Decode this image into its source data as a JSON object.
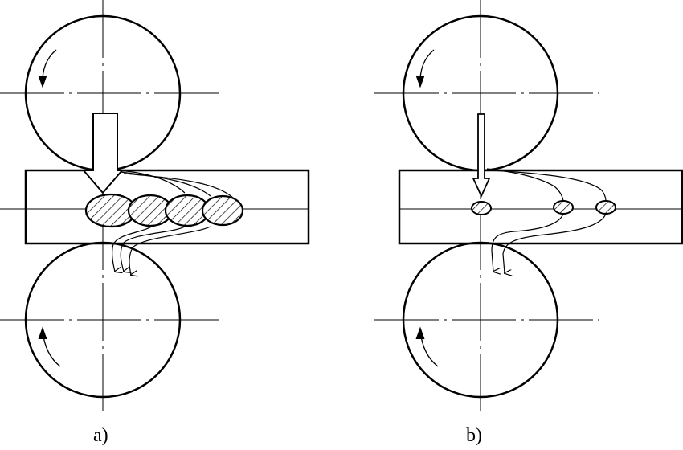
{
  "captions": {
    "a": "a)",
    "b": "b)"
  },
  "colors": {
    "ink": "#000000",
    "paper": "#ffffff"
  },
  "panels": [
    {
      "id": "a",
      "weld_nuggets": 4,
      "nugget_style": "overlapping-hatched-ellipses"
    },
    {
      "id": "b",
      "weld_nuggets": 3,
      "nugget_style": "separate-hatched-ellipses"
    }
  ]
}
